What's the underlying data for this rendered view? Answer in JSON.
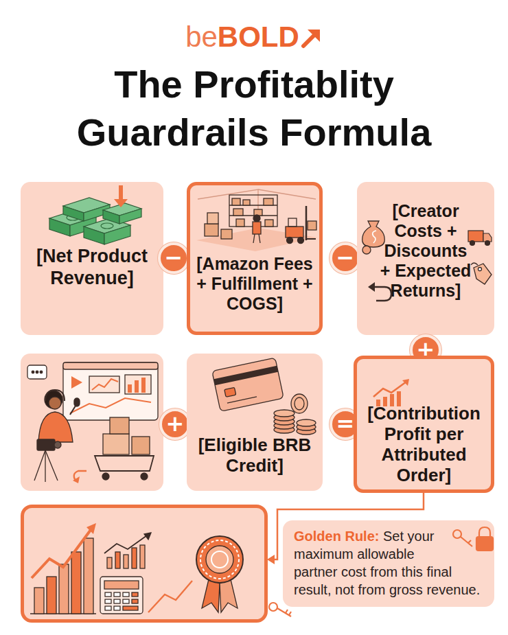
{
  "diagram": {
    "title": "The Profitablity Guardrails Formula",
    "nodes": [
      {
        "text": [
          "[Net Product Revenue]"
        ]
      },
      {
        "text": [
          "−"
        ]
      },
      {
        "text": [
          "[Amazon Fees + Fulfillment + COGS]"
        ]
      },
      {
        "text": [
          "−"
        ]
      },
      {
        "text": [
          "[Creator Costs + Discounts + Expected Returns]"
        ]
      },
      {
        "text": [
          "+"
        ]
      },
      {
        "text": [
          "+"
        ]
      },
      {
        "text": [
          "[Eligible BRB Credit]"
        ]
      },
      {
        "text": [
          "="
        ]
      },
      {
        "text": [
          "[Contribution Profit per Attributed Order]"
        ]
      },
      {
        "text": [
          "Golden Rule:",
          "Set your maximum allowable partner cost from this final result, not from gross revenue."
        ]
      }
    ],
    "labels": [
      "be",
      "BOLD"
    ]
  }
}
